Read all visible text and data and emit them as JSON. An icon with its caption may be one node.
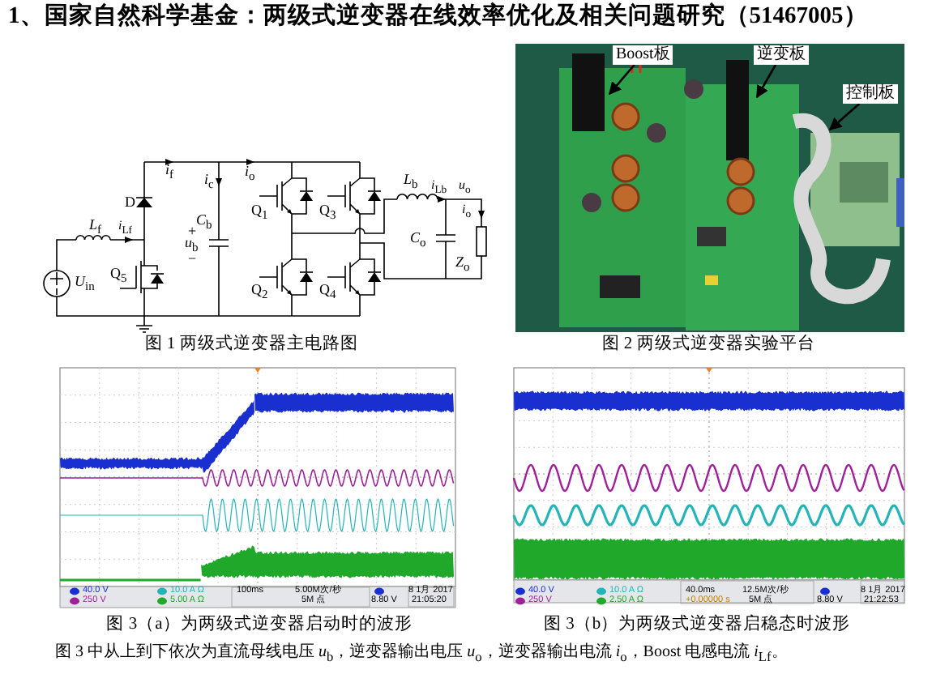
{
  "diagram": {
    "title": "1、国家自然科学基金：两级式逆变器在线效率优化及相关问题研究（51467005）",
    "nodes": [
      {
        "text": [
          "Boost板"
        ]
      },
      {
        "text": [
          "逆变板"
        ]
      },
      {
        "text": [
          "控制板"
        ]
      }
    ],
    "edges": [
      {
        "from": 0,
        "to": null,
        "arrow": "to"
      },
      {
        "from": 1,
        "to": null,
        "arrow": "to"
      },
      {
        "from": 2,
        "to": null,
        "arrow": "to"
      }
    ],
    "labels": [
      "*i*$_{f}$",
      "*i*$_{c}$",
      "*i*$_{o}$",
      "D",
      "*L*$_{b}$",
      "*i*$_{Lb}$",
      "*u*$_{o}$",
      "*C*$_{b}$",
      "Q$_{1}$",
      "Q$_{3}$",
      "*i*$_{o}$",
      "*L*$_{f}$",
      "*i*$_{Lf}$",
      "+",
      "*u*$_{b}$",
      "*C*$_{o}$",
      "−",
      "Q$_{5}$",
      "Q$_{2}$",
      "Q$_{4}$",
      "*U*$_{in}$",
      "*Z*$_{o}$",
      "图 1 两级式逆变器主电路图",
      "图 2 两级式逆变器实验平台",
      "40.0 V",
      "250 V",
      "10.0 A Ω",
      "5.00 A Ω",
      "100ms",
      "5.00M次/秒",
      "5M 点",
      "8.80 V",
      "8 1月 2017",
      "21:05:20",
      "40.0 V",
      "250 V",
      "10.0 A Ω",
      "2.50 A Ω",
      "40.0ms",
      "+0.00000 s",
      "12.5M次/秒",
      "5M 点",
      "8.80 V",
      "8 1月 2017",
      "21:22:53",
      "图 3（a）为两级式逆变器启动时的波形",
      "图 3（b）为两级式逆变器启稳态时波形",
      "图 3 中从上到下依次为直流母线电压 *u*$_{b}$，逆变器输出电压 *u*$_{o}$，逆变器输出电流 *i*$_{o}$，Boost 电感电流 *i*$_{Lf}$。"
    ]
  }
}
